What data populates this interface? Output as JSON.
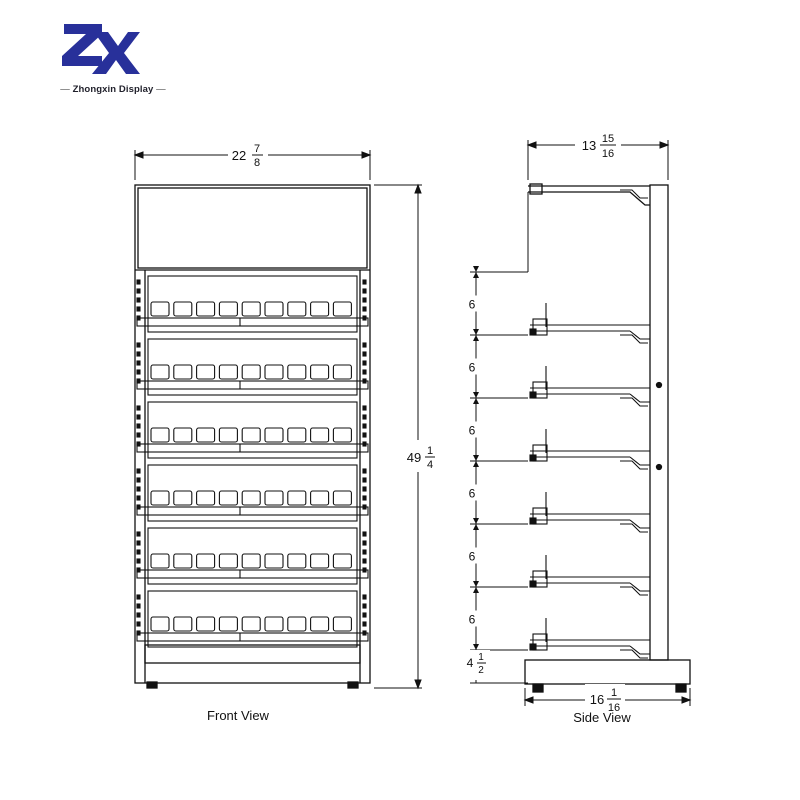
{
  "logo": {
    "mark": "ZX",
    "brand": "Zhongxin Display",
    "color": "#28309a"
  },
  "front_view": {
    "caption": "Front View",
    "width_dim": {
      "whole": "22",
      "num": "7",
      "den": "8"
    },
    "height_dim": {
      "whole": "49",
      "num": "1",
      "den": "4"
    }
  },
  "side_view": {
    "caption": "Side View",
    "top_depth_dim": {
      "whole": "13",
      "num": "15",
      "den": "16"
    },
    "base_depth_dim": {
      "whole": "16",
      "num": "1",
      "den": "16"
    },
    "shelf_spacing_labels": [
      "6",
      "6",
      "6",
      "6",
      "6",
      "6"
    ],
    "base_height_dim": {
      "whole": "4",
      "num": "1",
      "den": "2"
    }
  },
  "colors": {
    "line": "#111111",
    "background": "#ffffff"
  }
}
